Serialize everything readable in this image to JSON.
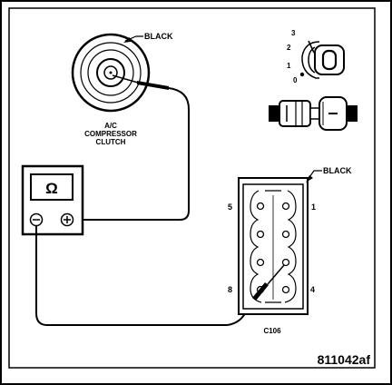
{
  "labels": {
    "compressor_color": "BLACK",
    "compressor_caption": [
      "A/C",
      "COMPRESSOR",
      "CLUTCH"
    ],
    "connector_color": "BLACK",
    "connector_id": "C106",
    "pin_top_left": "5",
    "pin_top_right": "1",
    "pin_bottom_left": "8",
    "pin_bottom_right": "4",
    "ohm_symbol": "Ω",
    "switch_positions": [
      "3",
      "2",
      "1",
      "0"
    ],
    "figure_id": "811042af"
  },
  "colors": {
    "ink": "#000000",
    "paper": "#ffffff"
  },
  "icons": [
    "ohmmeter-icon",
    "ignition-switch-icon",
    "key-connector-icon",
    "test-probe-icon"
  ]
}
